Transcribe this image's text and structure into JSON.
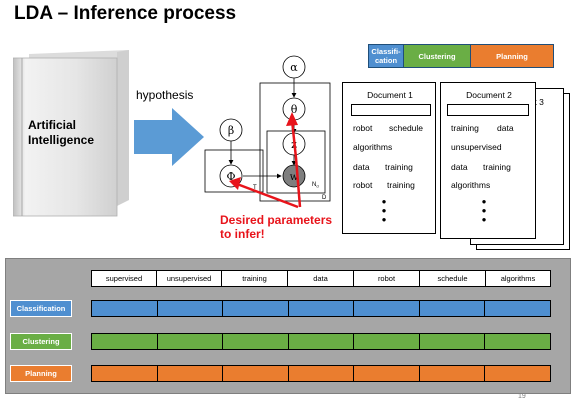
{
  "title": "LDA – Inference process",
  "book": {
    "line1": "Artificial",
    "line2": "Intelligence"
  },
  "hypothesis_label": "hypothesis",
  "model": {
    "alpha": "α",
    "theta": "θ",
    "beta": "β",
    "phi": "Φ",
    "z": "z",
    "w": "w",
    "plate_T": "T",
    "plate_Nd": "N",
    "plate_Nd_sub": "d",
    "plate_D": "D"
  },
  "annotation": {
    "line1": "Desired parameters",
    "line2": "to infer!"
  },
  "legend": [
    {
      "label_line1": "Classifi-",
      "label_line2": "cation",
      "color": "#4f8fd0"
    },
    {
      "label_line1": "Clustering",
      "label_line2": "",
      "color": "#6aae45"
    },
    {
      "label_line1": "Planning",
      "label_line2": "",
      "color": "#ea7d2f"
    }
  ],
  "documents": {
    "doc1": {
      "title": "Document 1",
      "words": [
        [
          "robot",
          "schedule"
        ],
        [
          "algorithms",
          ""
        ],
        [
          "data",
          "training"
        ],
        [
          "robot",
          "training"
        ]
      ]
    },
    "doc2": {
      "title": "Document 2",
      "words": [
        [
          "training",
          "data"
        ],
        [
          "unsupervised",
          ""
        ],
        [
          "data",
          "training"
        ],
        [
          "algorithms",
          ""
        ]
      ]
    },
    "doc3_partial_title": "ent 3"
  },
  "table": {
    "columns": [
      "supervised",
      "unsupervised",
      "training",
      "data",
      "robot",
      "schedule",
      "algorithms"
    ],
    "rows": [
      {
        "label": "Classification",
        "color": "#4f8fd0"
      },
      {
        "label": "Clustering",
        "color": "#6aae45"
      },
      {
        "label": "Planning",
        "color": "#ea7d2f"
      }
    ]
  },
  "page_number": "19"
}
